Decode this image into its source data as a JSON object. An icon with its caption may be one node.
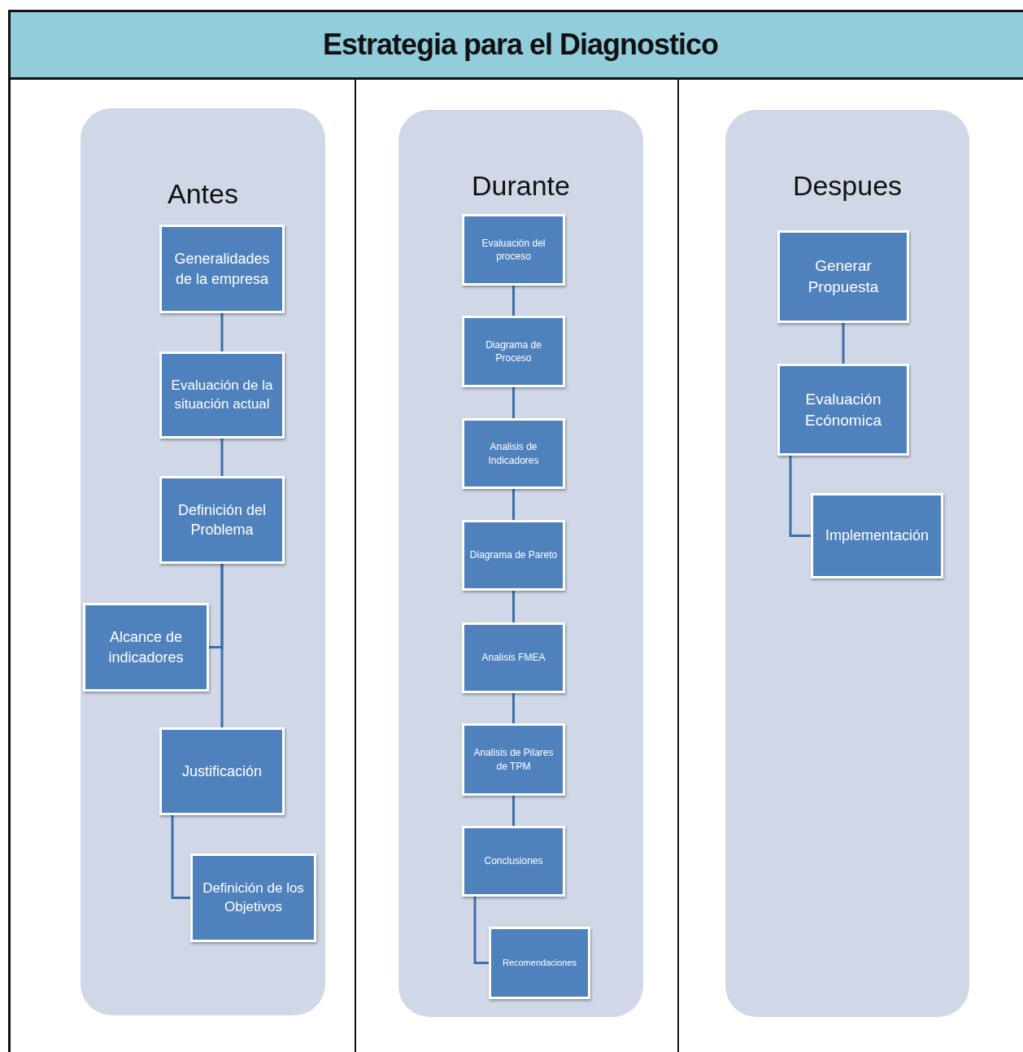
{
  "diagram": {
    "title": "Estrategia para el Diagnostico",
    "nodes": [
      {
        "text": [
          "Antes"
        ]
      },
      {
        "text": [
          "Generalidades de la empresa"
        ],
        "in": 0
      },
      {
        "text": [
          "Evaluación de la situación actual"
        ],
        "in": 0
      },
      {
        "text": [
          "Definición del Problema"
        ],
        "in": 0
      },
      {
        "text": [
          "Alcance de indicadores"
        ],
        "in": 0
      },
      {
        "text": [
          "Justificación"
        ],
        "in": 0
      },
      {
        "text": [
          "Definición de los Objetivos"
        ],
        "in": 0
      },
      {
        "text": [
          "Durante"
        ]
      },
      {
        "text": [
          "Evaluación del proceso"
        ],
        "in": 7
      },
      {
        "text": [
          "Diagrama de Proceso"
        ],
        "in": 7
      },
      {
        "text": [
          "Analisis de Indicadores"
        ],
        "in": 7
      },
      {
        "text": [
          "Diagrama de Pareto"
        ],
        "in": 7
      },
      {
        "text": [
          "Analisis FMEA"
        ],
        "in": 7
      },
      {
        "text": [
          "Analisis de Pilares de TPM"
        ],
        "in": 7
      },
      {
        "text": [
          "Conclusiones"
        ],
        "in": 7
      },
      {
        "text": [
          "Recomendaciones"
        ],
        "in": 7
      },
      {
        "text": [
          "Despues"
        ]
      },
      {
        "text": [
          "Generar Propuesta"
        ],
        "in": 16
      },
      {
        "text": [
          "Evaluación Ecónomica"
        ],
        "in": 16
      },
      {
        "text": [
          "Implementación"
        ],
        "in": 16
      }
    ],
    "edges": [
      {
        "from": 1,
        "to": 2,
        "arrow": "none"
      },
      {
        "from": 2,
        "to": 3,
        "arrow": "none"
      },
      {
        "from": 3,
        "to": 4,
        "arrow": "none"
      },
      {
        "from": 3,
        "to": 5,
        "arrow": "none"
      },
      {
        "from": 5,
        "to": 6,
        "arrow": "none"
      },
      {
        "from": 8,
        "to": 9,
        "arrow": "none"
      },
      {
        "from": 9,
        "to": 10,
        "arrow": "none"
      },
      {
        "from": 10,
        "to": 11,
        "arrow": "none"
      },
      {
        "from": 11,
        "to": 12,
        "arrow": "none"
      },
      {
        "from": 12,
        "to": 13,
        "arrow": "none"
      },
      {
        "from": 13,
        "to": 14,
        "arrow": "none"
      },
      {
        "from": 14,
        "to": 15,
        "arrow": "none"
      },
      {
        "from": 17,
        "to": 18,
        "arrow": "none"
      },
      {
        "from": 18,
        "to": 19,
        "arrow": "none"
      }
    ]
  }
}
